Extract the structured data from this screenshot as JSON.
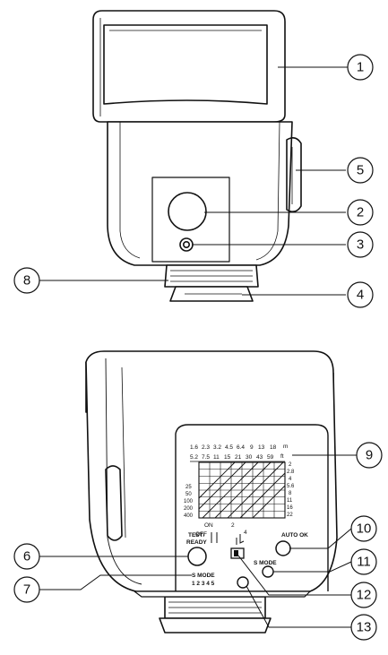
{
  "callouts": [
    "1",
    "2",
    "3",
    "4",
    "5",
    "6",
    "7",
    "8",
    "9",
    "10",
    "11",
    "12",
    "13"
  ],
  "panel": {
    "top_row": [
      "1.6",
      "2.3",
      "3.2",
      "4.5",
      "6.4",
      "9",
      "13",
      "18"
    ],
    "top_unit": "m",
    "second_row": [
      "5.2",
      "7.5",
      "11",
      "15",
      "21",
      "30",
      "43",
      "59"
    ],
    "second_unit": "ft",
    "f_numbers": [
      "2",
      "2.8",
      "4",
      "5.6",
      "8",
      "11",
      "16",
      "22"
    ],
    "iso": [
      "25",
      "50",
      "100",
      "200",
      "400"
    ],
    "switch_off": "OFF",
    "switch_on": "ON",
    "switch_2": "2",
    "switch_4": "4",
    "test_ready_1": "TEST/",
    "test_ready_2": "READY",
    "auto_ok": "AUTO OK",
    "s_mode_left": "S  MODE",
    "mode_numbers": "1 2 3 4 5",
    "s_mode_right": "S  MODE"
  }
}
